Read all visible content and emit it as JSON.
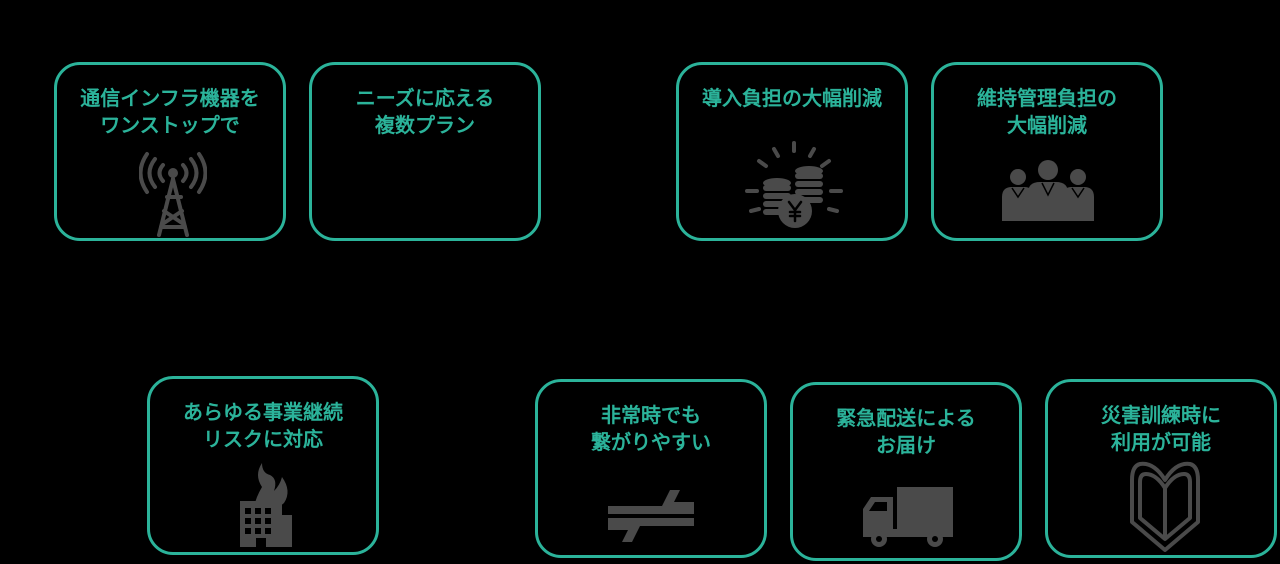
{
  "colors": {
    "background": "#000000",
    "accent": "#2bb39a",
    "icon": "#4a4a4a"
  },
  "cards": [
    {
      "label": "通信インフラ機器を\nワンストップで",
      "icon": "antenna-icon"
    },
    {
      "label": "ニーズに応える\n複数プラン",
      "icon": ""
    },
    {
      "label": "導入負担の大幅削減",
      "icon": "yen-coins-icon"
    },
    {
      "label": "維持管理負担の\n大幅削減",
      "icon": "people-group-icon"
    },
    {
      "label": "あらゆる事業継続\nリスクに対応",
      "icon": "burning-building-icon"
    },
    {
      "label": "非常時でも\n繋がりやすい",
      "icon": "exchange-arrows-icon"
    },
    {
      "label": "緊急配送による\nお届け",
      "icon": "delivery-truck-icon"
    },
    {
      "label": "災害訓練時に\n利用が可能",
      "icon": "beginner-mark-icon"
    }
  ]
}
